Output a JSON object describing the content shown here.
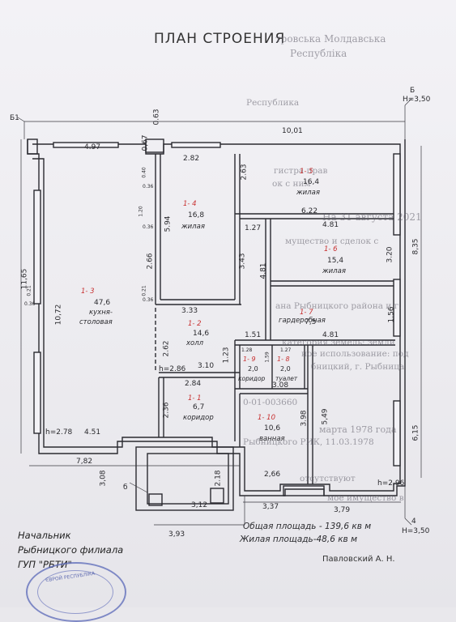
{
  "document": {
    "title": "ПЛАН СТРОЕНИЯ",
    "ghost_text": {
      "country": "тровська Молдавська",
      "country2": "Республіка",
      "republic": "Республика",
      "register": "гистра прав",
      "register2": "ок с ним",
      "date": "На 31 августа 2021",
      "property": "мущество и сделок с",
      "district": "ана Рыбницкого района и г.",
      "category": "категория земель: земли",
      "use": "ное использование: под",
      "city": "бницкий, г. Рыбница",
      "number": "0-01-003660",
      "year": "марта 1978 года",
      "rik": "Рыбницкого РИК, 11.03.1978",
      "absent": "отсутствуют",
      "property2": "мое имущество в"
    },
    "section_labels": {
      "b1": "Б1",
      "b": "Б",
      "b_small": "б",
      "four": "4",
      "h_top": "H=3,50",
      "h_bottom": "H=3,50",
      "h_left": "h=2.78",
      "h_mid": "h=2.86",
      "h_right": "h=2.96"
    },
    "dimensions": {
      "top_total": "10,01",
      "top_left": "4.97",
      "top_063": "0.63",
      "top_067": "0,67",
      "r4_width": "2.82",
      "r4_depth": "5.94",
      "r4_side": "2.63",
      "r4_small": "2.66",
      "r5_622": "6.22",
      "r5_481": "4.81",
      "r6_127": "1.27",
      "r6_320": "3.20",
      "right_835": "8,35",
      "r6_343": "3.43",
      "r6_481b": "4.81",
      "mid_333": "3.33",
      "r7_156": "1.56",
      "r7_481": "4.81",
      "r2_151": "1.51",
      "r2_262": "2.62",
      "r2_310": "3.10",
      "r2_284": "2.84",
      "r2_123": "1.23",
      "r9_128": "1.28",
      "r8_127": "1.27",
      "r9_159": "1.59",
      "r10_308": "3.08",
      "r10_398": "3.98",
      "r10_549": "5,49",
      "right_615": "6,15",
      "r1_236": "2.36",
      "left_1165": "11,65",
      "left_1072": "10,72",
      "left_021": "0.21",
      "left_036": "0.36",
      "bottom_451": "4.51",
      "bottom_782": "7,82",
      "porch_308": "3,08",
      "porch_218": "2.18",
      "porch_312": "3,12",
      "porch_393": "3,93",
      "r10_266": "2,66",
      "bottom_337": "3,37",
      "bottom_379": "3,79",
      "win_040": "0.40",
      "win_036a": "0.36",
      "win_120": "1.20",
      "win_036b": "0.36",
      "win_021": "0.21",
      "win_036c": "0.36"
    },
    "rooms": [
      {
        "num": "1- 3",
        "area": "47,6",
        "name1": "кухня-",
        "name2": "столовая"
      },
      {
        "num": "1- 4",
        "area": "16,8",
        "name1": "жилая",
        "name2": ""
      },
      {
        "num": "1- 5",
        "area": "16,4",
        "name1": "жилая",
        "name2": ""
      },
      {
        "num": "1- 6",
        "area": "15,4",
        "name1": "жилая",
        "name2": ""
      },
      {
        "num": "1- 7",
        "area": "7,5",
        "name1": "гардеробная",
        "name2": ""
      },
      {
        "num": "1- 2",
        "area": "14,6",
        "name1": "холл",
        "name2": ""
      },
      {
        "num": "1- 9",
        "area": "2,0",
        "name1": "коридор",
        "name2": ""
      },
      {
        "num": "1- 8",
        "area": "2,0",
        "name1": "туалет",
        "name2": ""
      },
      {
        "num": "1- 1",
        "area": "6,7",
        "name1": "коридор",
        "name2": ""
      },
      {
        "num": "1- 10",
        "area": "10,6",
        "name1": "ванная",
        "name2": ""
      }
    ],
    "totals": {
      "total_area": "Общая площадь - 139,6 кв м",
      "living_area": "Жилая площадь-48,6 кв м"
    },
    "signature": {
      "line1": "Начальник",
      "line2": "Рыбницкого филиала",
      "line3": "ГУП  \"РБТИ\"",
      "name": "Павловский А. Н."
    },
    "stamp_text": "ЄВРОЙ РЕСПУБЛІКА"
  }
}
